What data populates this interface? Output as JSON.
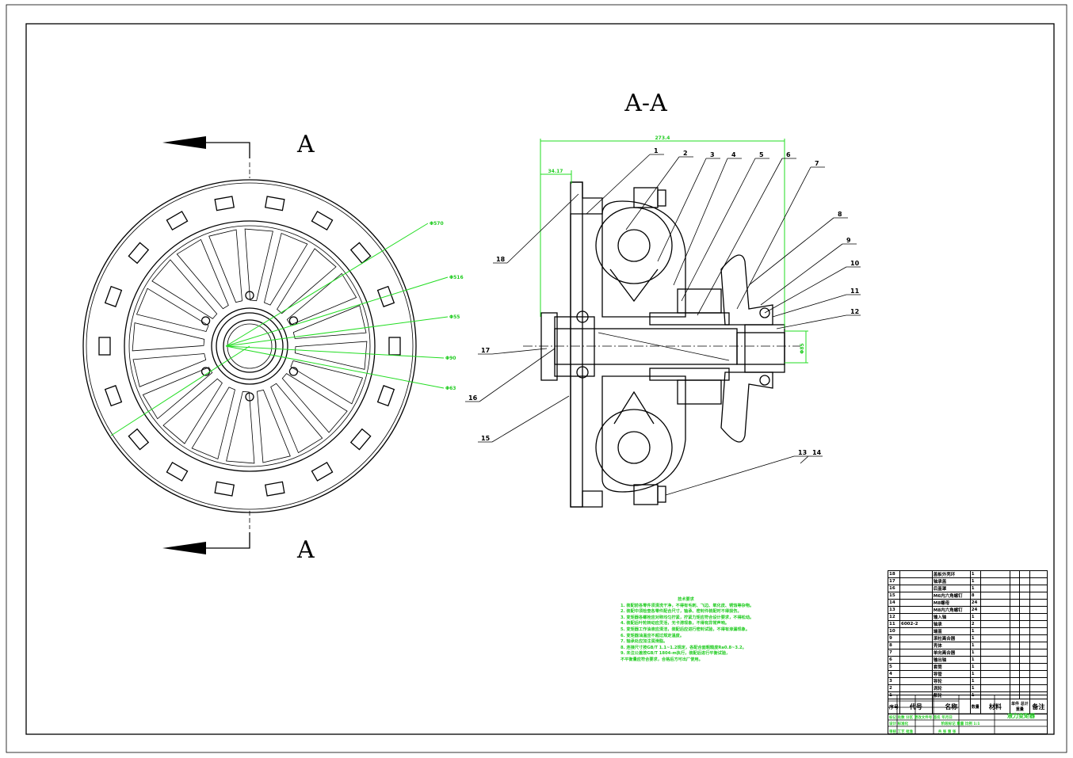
{
  "section_title": "A-A",
  "section_marker": "A",
  "dimensions": {
    "overall_width": "273.4",
    "flange_width": "34.17",
    "shaft_dia": "Φ85",
    "front_view": [
      "Φ570",
      "Φ516",
      "Φ55",
      "Φ90",
      "Φ63"
    ]
  },
  "part_numbers": [
    "1",
    "2",
    "3",
    "4",
    "5",
    "6",
    "7",
    "8",
    "9",
    "10",
    "11",
    "12",
    "13",
    "14",
    "15",
    "16",
    "17",
    "18"
  ],
  "parts_list": {
    "rows": [
      {
        "no": "18",
        "code": "",
        "name": "盖板外壳环",
        "qty": "1"
      },
      {
        "no": "17",
        "code": "",
        "name": "轴承盖",
        "qty": "1"
      },
      {
        "no": "16",
        "code": "",
        "name": "后盖罩",
        "qty": "1"
      },
      {
        "no": "15",
        "code": "",
        "name": "M6内六角螺钉",
        "qty": "8"
      },
      {
        "no": "14",
        "code": "",
        "name": "M8螺母",
        "qty": "24"
      },
      {
        "no": "13",
        "code": "",
        "name": "M8内六角螺钉",
        "qty": "24"
      },
      {
        "no": "12",
        "code": "",
        "name": "输入轴",
        "qty": "1"
      },
      {
        "no": "11",
        "code": "6002-2",
        "name": "轴承",
        "qty": "2"
      },
      {
        "no": "10",
        "code": "",
        "name": "端盖",
        "qty": "1"
      },
      {
        "no": "9",
        "code": "",
        "name": "滚柱离合器",
        "qty": "1"
      },
      {
        "no": "8",
        "code": "",
        "name": "壳体",
        "qty": "1"
      },
      {
        "no": "7",
        "code": "",
        "name": "单向离合器",
        "qty": "1"
      },
      {
        "no": "6",
        "code": "",
        "name": "输出轴",
        "qty": "1"
      },
      {
        "no": "5",
        "code": "",
        "name": "套筒",
        "qty": "1"
      },
      {
        "no": "4",
        "code": "",
        "name": "导管",
        "qty": "1"
      },
      {
        "no": "3",
        "code": "",
        "name": "导轮",
        "qty": "1"
      },
      {
        "no": "2",
        "code": "",
        "name": "涡轮",
        "qty": "1"
      },
      {
        "no": "1",
        "code": "",
        "name": "泵轮",
        "qty": "1"
      }
    ],
    "headers": {
      "no": "序号",
      "code": "代号",
      "name": "名称",
      "qty": "数量",
      "material": "材料",
      "unit": "单件",
      "total": "总计",
      "weight": "重量",
      "remark": "备注"
    }
  },
  "title_block": {
    "drawing_title": "液力变矩器",
    "labels": {
      "mark": "标记",
      "count": "处数",
      "zone": "分区",
      "change": "更改文件号",
      "sign": "签名",
      "date": "年月日",
      "design": "设计",
      "standard": "标准化",
      "stage": "阶段标记",
      "weight": "重量",
      "scale": "比例",
      "scale_value": "1:1",
      "audit": "审核",
      "process": "工艺",
      "approve": "批准",
      "sheet": "共 张 第 张"
    }
  },
  "notes": {
    "title": "技术要求",
    "lines": [
      "1. 装配前各零件须清洗干净，不得有毛刺、飞边、氧化皮、锈蚀等杂物。",
      "2. 装配中须检查各零件配合尺寸，轴承、密封件装配时不得损伤。",
      "3. 变矩器各螺栓应对称均匀拧紧，拧紧力矩应符合设计要求，不得松动。",
      "4. 装配后叶轮转动应灵活，无卡滞现象，不得有异常声响。",
      "5. 变矩器工作油液应清洁，装配后应进行密封试验，不得有渗漏现象。",
      "6. 变矩器油温应不超过规定温度。",
      "7. 轴承处应加注润滑脂。",
      "8. 连接尺寸按GB/T 1.1~1.2规定，各配合面粗糙度Ra0.8~3.2。",
      "9. 未注公差按GB/T 1804-m执行，装配后进行平衡试验，",
      "   不平衡量应符合要求，合格后方可出厂使用。"
    ]
  },
  "colors": {
    "line": "#000000",
    "dimension": "#22dd22"
  }
}
